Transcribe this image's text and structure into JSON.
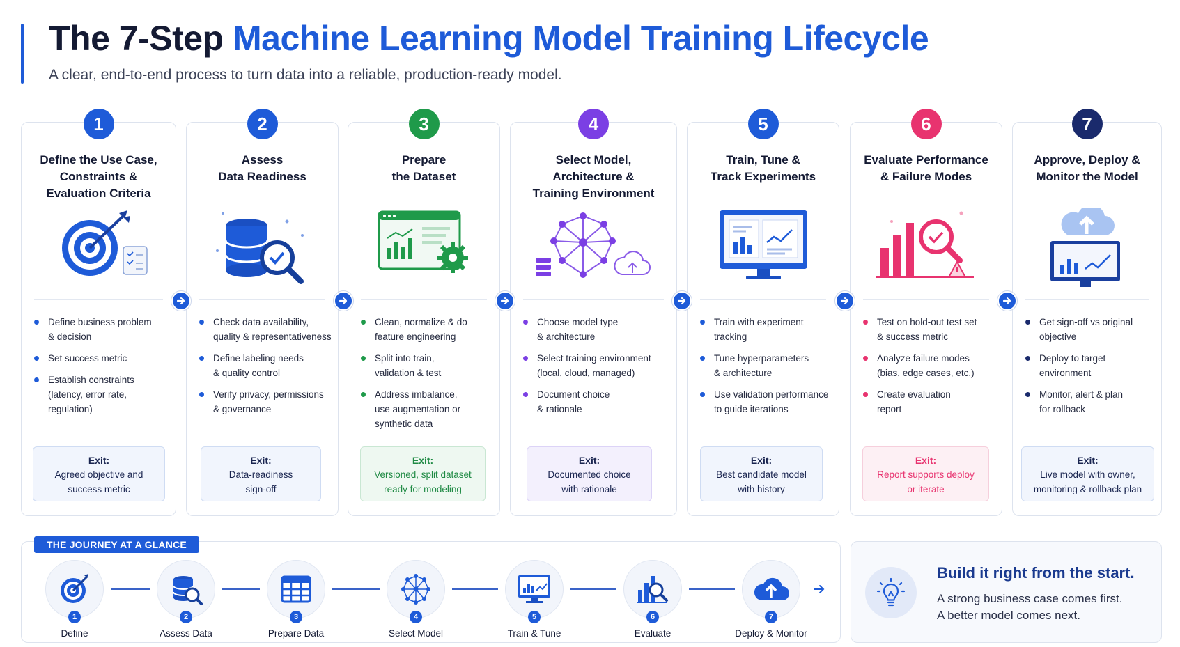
{
  "header": {
    "title_plain": "The 7-Step",
    "title_highlight": "Machine Learning Model Training Lifecycle",
    "subtitle": "A clear, end-to-end process to turn data into a reliable, production-ready model."
  },
  "colors": {
    "primary_blue": "#1e5bd8",
    "step_1": "#1e5bd8",
    "step_2": "#1e5bd8",
    "step_3": "#1f9a4a",
    "step_4": "#7b3fe4",
    "step_5": "#1e5bd8",
    "step_6": "#e8336f",
    "step_7": "#1a2a6c"
  },
  "steps": [
    {
      "number": "1",
      "title_lines": [
        "Define the Use Case,",
        "Constraints &",
        "Evaluation Criteria"
      ],
      "icon": "target-icon",
      "bullets": [
        [
          "Define business problem",
          "& decision"
        ],
        [
          "Set success metric"
        ],
        [
          "Establish constraints",
          "(latency, error rate,",
          "regulation)"
        ]
      ],
      "exit_label": "Exit:",
      "exit_lines": [
        "Agreed objective and",
        "success metric"
      ]
    },
    {
      "number": "2",
      "title_lines": [
        "Assess",
        "Data Readiness"
      ],
      "icon": "database-search-icon",
      "bullets": [
        [
          "Check data availability,",
          "quality & representativeness"
        ],
        [
          "Define labeling needs",
          "& quality control"
        ],
        [
          "Verify privacy, permissions",
          "& governance"
        ]
      ],
      "exit_label": "Exit:",
      "exit_lines": [
        "Data-readiness",
        "sign-off"
      ]
    },
    {
      "number": "3",
      "title_lines": [
        "Prepare",
        "the Dataset"
      ],
      "icon": "dashboard-gear-icon",
      "bullets": [
        [
          "Clean, normalize & do",
          "feature engineering"
        ],
        [
          "Split into train,",
          "validation & test"
        ],
        [
          "Address imbalance,",
          "use augmentation or",
          "synthetic data"
        ]
      ],
      "exit_label": "Exit:",
      "exit_lines": [
        "Versioned, split dataset",
        "ready for modeling"
      ]
    },
    {
      "number": "4",
      "title_lines": [
        "Select Model,",
        "Architecture &",
        "Training Environment"
      ],
      "icon": "neural-network-icon",
      "bullets": [
        [
          "Choose model type",
          "& architecture"
        ],
        [
          "Select training environment",
          "(local, cloud, managed)"
        ],
        [
          "Document choice",
          "& rationale"
        ]
      ],
      "exit_label": "Exit:",
      "exit_lines": [
        "Documented choice",
        "with rationale"
      ]
    },
    {
      "number": "5",
      "title_lines": [
        "Train, Tune &",
        "Track Experiments"
      ],
      "icon": "monitor-charts-icon",
      "bullets": [
        [
          "Train with experiment",
          "tracking"
        ],
        [
          "Tune hyperparameters",
          "& architecture"
        ],
        [
          "Use validation performance",
          "to guide iterations"
        ]
      ],
      "exit_label": "Exit:",
      "exit_lines": [
        "Best candidate model",
        "with history"
      ]
    },
    {
      "number": "6",
      "title_lines": [
        "Evaluate Performance",
        "& Failure Modes"
      ],
      "icon": "bar-chart-magnifier-icon",
      "bullets": [
        [
          "Test on hold-out test set",
          "& success metric"
        ],
        [
          "Analyze failure modes",
          "(bias, edge cases, etc.)"
        ],
        [
          "Create evaluation",
          "report"
        ]
      ],
      "exit_label": "Exit:",
      "exit_lines": [
        "Report supports deploy",
        "or iterate"
      ]
    },
    {
      "number": "7",
      "title_lines": [
        "Approve, Deploy &",
        "Monitor the Model"
      ],
      "icon": "cloud-upload-monitor-icon",
      "bullets": [
        [
          "Get sign-off vs original",
          "objective"
        ],
        [
          "Deploy to target",
          "environment"
        ],
        [
          "Monitor, alert & plan",
          "for rollback"
        ]
      ],
      "exit_label": "Exit:",
      "exit_lines": [
        "Live model with owner,",
        "monitoring & rollback plan"
      ]
    }
  ],
  "journey": {
    "tag": "THE JOURNEY AT A GLANCE",
    "steps": [
      {
        "number": "1",
        "label": "Define",
        "icon": "target-icon"
      },
      {
        "number": "2",
        "label": "Assess Data",
        "icon": "database-search-icon"
      },
      {
        "number": "3",
        "label": "Prepare Data",
        "icon": "table-icon"
      },
      {
        "number": "4",
        "label": "Select Model",
        "icon": "neural-network-icon"
      },
      {
        "number": "5",
        "label": "Train & Tune",
        "icon": "monitor-chart-icon"
      },
      {
        "number": "6",
        "label": "Evaluate",
        "icon": "bar-chart-magnifier-icon"
      },
      {
        "number": "7",
        "label": "Deploy & Monitor",
        "icon": "cloud-upload-icon"
      }
    ]
  },
  "callout": {
    "icon": "lightbulb-icon",
    "title": "Build it right from the start.",
    "line_1": "A strong business case comes first.",
    "line_2": "A better model comes next."
  }
}
